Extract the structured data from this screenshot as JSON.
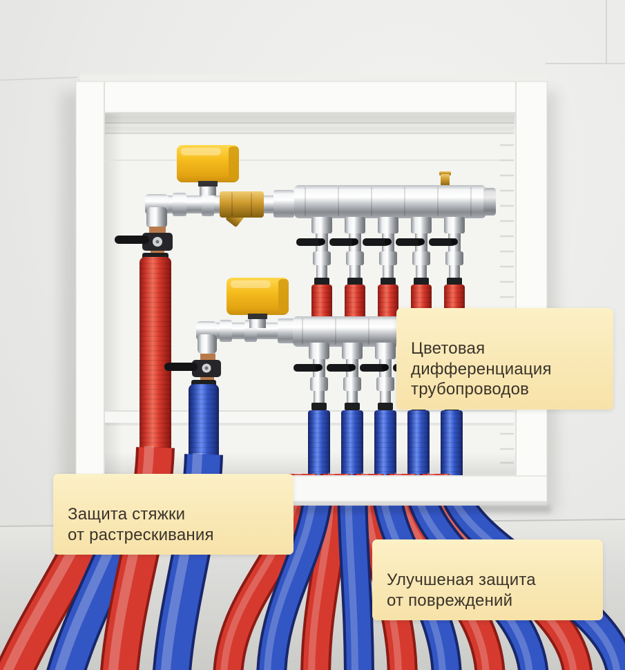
{
  "scene": {
    "labels": {
      "color_differentiation": "Цветовая\nдифференциация\nтрубопроводов",
      "screed_protection": "Защита стяжки\nот растрескивания",
      "damage_protection": "Улучшеная защита\nот повреждений"
    },
    "colors": {
      "hot_pipe": "#d63a2f",
      "hot_pipe_dark": "#8c1b14",
      "cold_pipe": "#3356c5",
      "cold_pipe_dark": "#18276b",
      "actuator_yellow": "#f3b71c",
      "brass": "#c3922c",
      "chrome": "#c6c9cd",
      "label_background": "#f8e5ae",
      "label_text": "#3a332a",
      "wall": "#ececea",
      "floor": "#dcdcd9",
      "cabinet_white": "#fafaf8"
    }
  }
}
